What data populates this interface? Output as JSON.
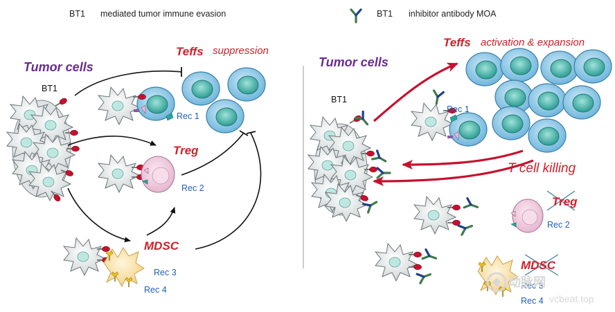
{
  "left_panel": {
    "header_bt1": "BT1",
    "header_text": "mediated tumor immune evasion",
    "tumor_cells": "Tumor cells",
    "bt1_label": "BT1",
    "teffs": "Teffs",
    "suppression": "suppression",
    "treg": "Treg",
    "mdsc": "MDSC",
    "rec1": "Rec 1",
    "rec2": "Rec 2",
    "rec3": "Rec 3",
    "rec4": "Rec 4"
  },
  "right_panel": {
    "header_bt1": "BT1",
    "header_text": "inhibitor antibody MOA",
    "tumor_cells": "Tumor cells",
    "bt1_label": "BT1",
    "teffs": "Teffs",
    "activation": "activation & expansion",
    "t_cell_killing": "T cell killing",
    "treg": "Treg",
    "mdsc": "MDSC",
    "rec1": "Rec 1",
    "rec2": "Rec 2",
    "rec3": "Rec 3",
    "rec4": "Rec 4"
  },
  "watermark": {
    "brand": "动脉网",
    "url": "vcbeat.top"
  },
  "colors": {
    "purple": "#6a2c91",
    "red": "#d0202a",
    "blue_text": "#1f5fb4",
    "teff_fill": "#8ec7e6",
    "teff_nucleus": "#3fb0a6",
    "treg_fill": "#f1cfe2",
    "mdsc_fill": "#fbe6b4",
    "antibody": "#3f7a4a"
  }
}
